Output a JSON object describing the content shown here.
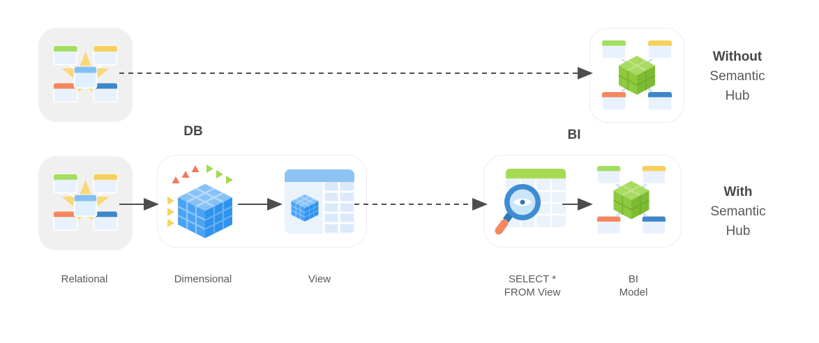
{
  "group_labels": {
    "db": "DB",
    "bi": "BI"
  },
  "legend": {
    "without": {
      "emphasis": "Without",
      "line2": "Semantic",
      "line3": "Hub"
    },
    "with": {
      "emphasis": "With",
      "line2": "Semantic",
      "line3": "Hub"
    }
  },
  "captions": {
    "relational": "Relational",
    "dimensional": "Dimensional",
    "view": "View",
    "select_line1": "SELECT *",
    "select_line2": "FROM View",
    "bi_model_line1": "BI",
    "bi_model_line2": "Model"
  },
  "icons": {
    "top_left": "star-schema-icon",
    "top_right": "hub-cube-icon",
    "bottom_relational": "star-schema-icon",
    "bottom_dimensional": "cube-3d-icon",
    "bottom_view": "table-with-cube-icon",
    "bottom_select": "table-magnifier-icon",
    "bottom_bi_model": "hub-cube-icon"
  },
  "colors": {
    "arrow": "#4d4d4d",
    "card_gray": "#f0f0f1",
    "card_border": "#ececec",
    "text_dark": "#474747",
    "text_gray": "#595959",
    "star_yellow": "#F9D876",
    "cube_blue": "#4AA2F5",
    "cube_green": "#8FC940",
    "header_green": "#A3DE60",
    "header_yellow": "#F7CF5B",
    "header_orange": "#F4875E",
    "header_blue": "#3E86C9",
    "select_header_green": "#A6DB52",
    "view_header_blue": "#8CC3F3",
    "magnifier_blue": "#3E8CD2",
    "handle_orange": "#F4875E"
  }
}
